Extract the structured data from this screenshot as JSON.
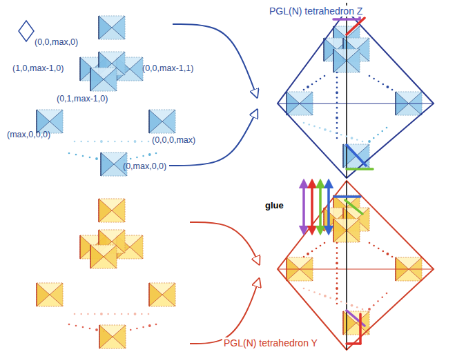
{
  "diagram": {
    "labels": [
      "(0,0,max,0)",
      "(1,0,max-1,0)",
      "(0,0,max-1,1)",
      "(0,1,max-1,0)",
      "(max,0,0,0)",
      "(0,0,0,max)",
      "(0,max,0,0)",
      "PGL(N) tetrahedron Z",
      "glue",
      "PGL(N) tetrahedron Y"
    ]
  }
}
